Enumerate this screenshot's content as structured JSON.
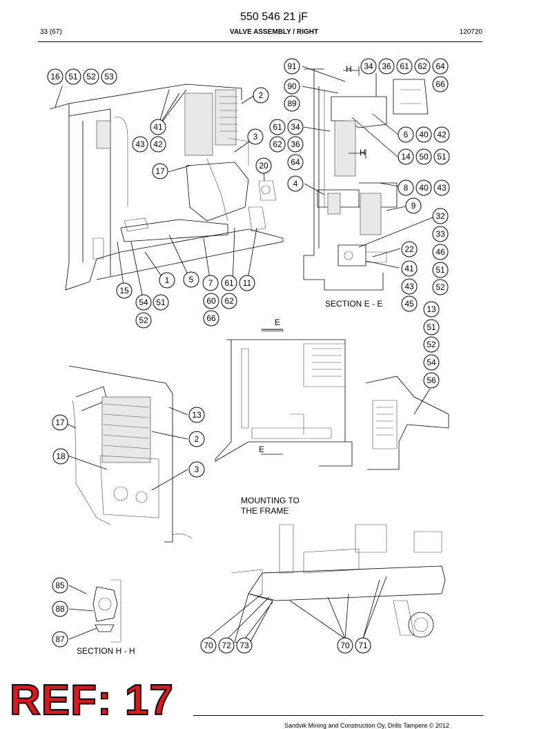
{
  "header": {
    "doc_number": "550 546 21 jF",
    "page": "33 (67)",
    "title": "VALVE ASSEMBLY / RIGHT",
    "code": "120720"
  },
  "labels": {
    "section_ee": "SECTION E - E",
    "section_hh": "SECTION H - H",
    "mounting_line1": "MOUNTING TO",
    "mounting_line2": "THE FRAME",
    "cut_h_top": "H",
    "cut_h_mid": "H",
    "cut_e_top": "E",
    "cut_e_bottom": "E"
  },
  "callouts": [
    "16",
    "51",
    "52",
    "53",
    "2",
    "41",
    "43",
    "42",
    "17",
    "3",
    "20",
    "1",
    "5",
    "7",
    "61",
    "11",
    "15",
    "54",
    "51",
    "52",
    "60",
    "62",
    "66",
    "91",
    "90",
    "89",
    "61",
    "34",
    "62",
    "36",
    "64",
    "4",
    "34",
    "36",
    "61",
    "62",
    "64",
    "66",
    "6",
    "40",
    "42",
    "14",
    "50",
    "51",
    "8",
    "40",
    "43",
    "9",
    "32",
    "33",
    "22",
    "46",
    "41",
    "51",
    "43",
    "52",
    "45",
    "13",
    "51",
    "52",
    "54",
    "56",
    "13",
    "17",
    "2",
    "18",
    "3",
    "85",
    "88",
    "87",
    "70",
    "72",
    "73",
    "70",
    "71"
  ],
  "stamp": "REF: 17",
  "footer": "Sandvik Mining and Construction Oy, Drills Tampere © 2012"
}
